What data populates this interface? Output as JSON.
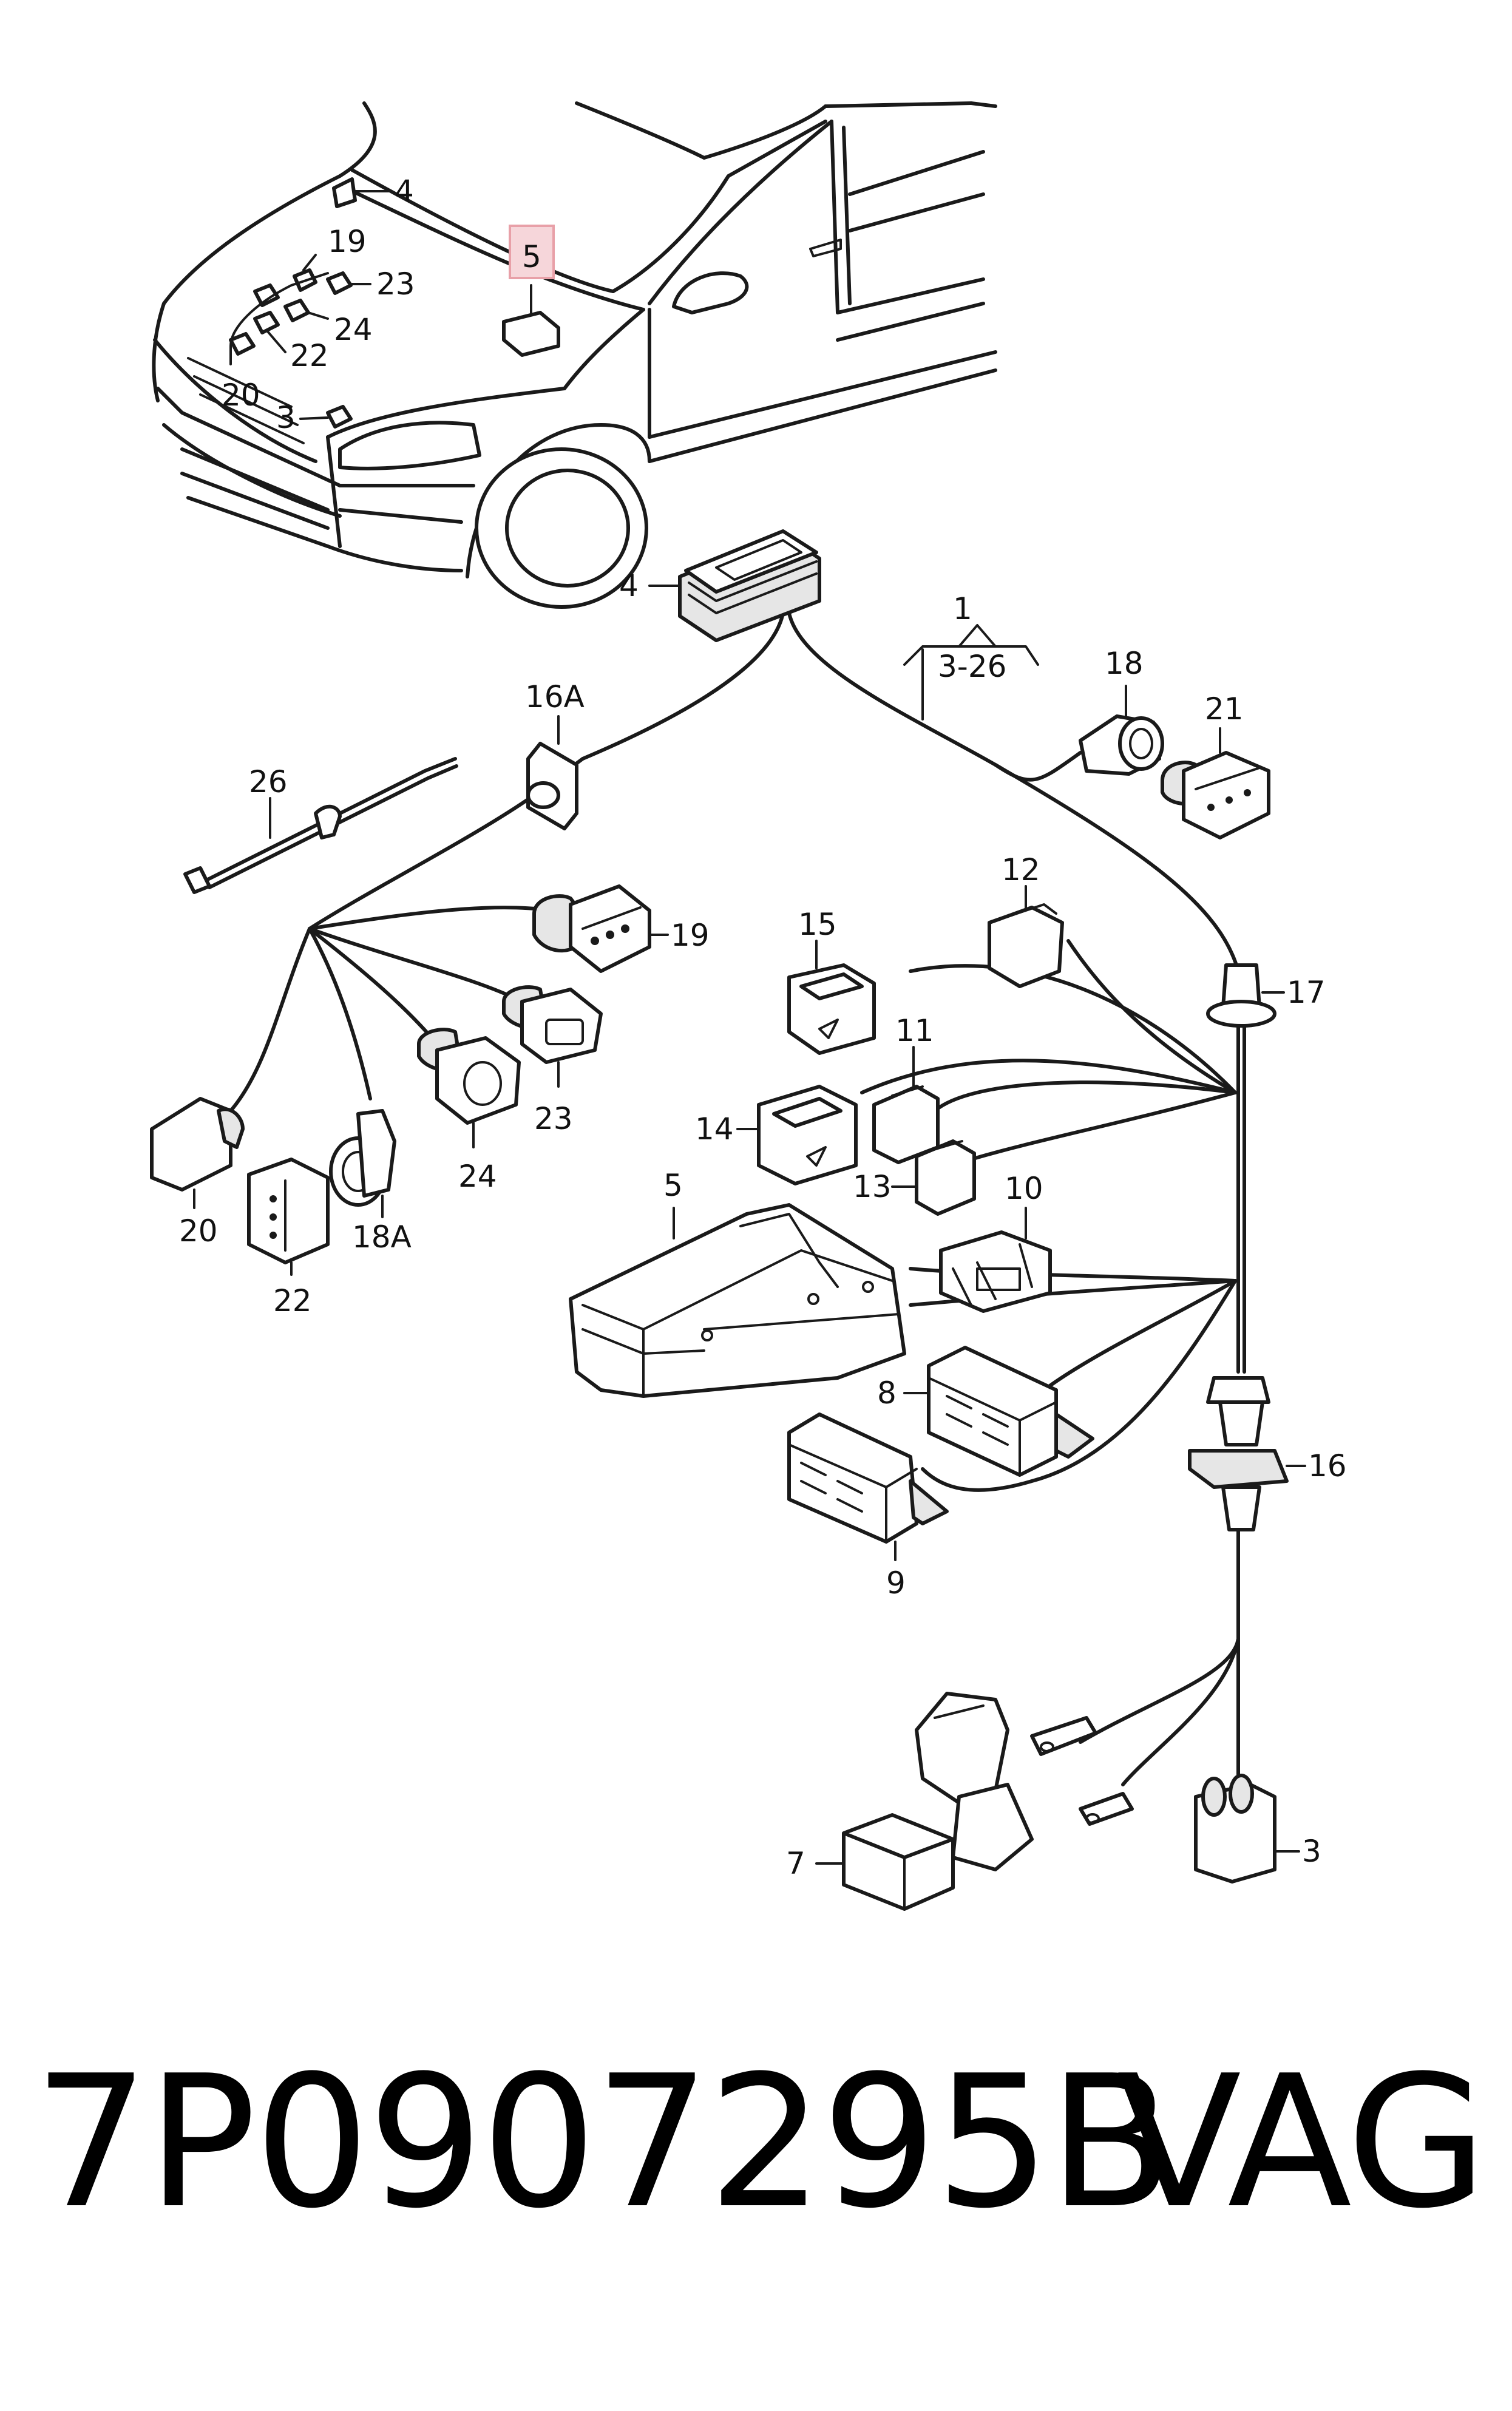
{
  "callouts": {
    "c1": "1",
    "c1_range": "3-26",
    "c3": "3",
    "c4": "4",
    "c5": "5",
    "c7": "7",
    "c8": "8",
    "c9": "9",
    "c10": "10",
    "c11": "11",
    "c12": "12",
    "c13": "13",
    "c14": "14",
    "c15": "15",
    "c16": "16",
    "c16a": "16A",
    "c17": "17",
    "c18": "18",
    "c18a": "18A",
    "c19": "19",
    "c20": "20",
    "c21": "21",
    "c22": "22",
    "c23": "23",
    "c24": "24",
    "c26": "26"
  },
  "car_callouts": {
    "c3": "3",
    "c4": "4",
    "c5": "5",
    "c19": "19",
    "c20": "20",
    "c22": "22",
    "c23": "23",
    "c24": "24"
  },
  "caption": {
    "part_number": "7P0907295B",
    "brand": "VAG"
  },
  "colors": {
    "highlight": "#e8a0a8",
    "line": "#1a1a1a"
  }
}
